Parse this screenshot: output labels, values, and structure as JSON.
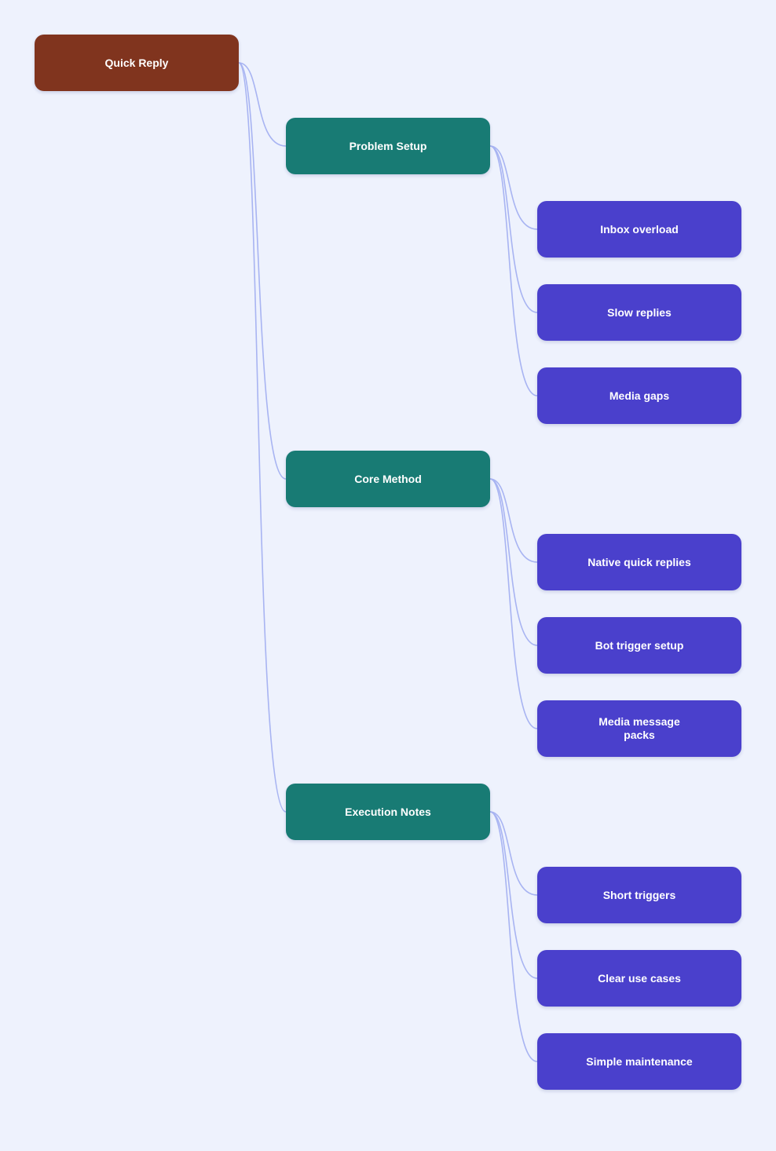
{
  "colors": {
    "background": "#eef2fd",
    "root": "#80341e",
    "branch": "#187b74",
    "leaf": "#4a40cc",
    "connector": "#a8b4f2"
  },
  "mindmap": {
    "root": {
      "label": "Quick Reply"
    },
    "branches": [
      {
        "label": "Problem Setup",
        "leaves": [
          {
            "label": "Inbox overload"
          },
          {
            "label": "Slow replies"
          },
          {
            "label": "Media gaps"
          }
        ]
      },
      {
        "label": "Core Method",
        "leaves": [
          {
            "label": "Native quick replies"
          },
          {
            "label": "Bot trigger setup"
          },
          {
            "label": "Media message packs"
          }
        ]
      },
      {
        "label": "Execution Notes",
        "leaves": [
          {
            "label": "Short triggers"
          },
          {
            "label": "Clear use cases"
          },
          {
            "label": "Simple maintenance"
          }
        ]
      }
    ]
  }
}
